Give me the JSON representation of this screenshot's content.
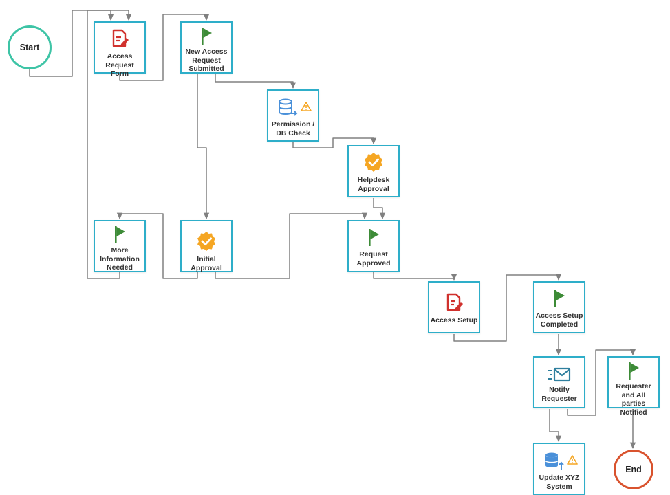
{
  "diagram": {
    "start": {
      "label": "Start",
      "color": "#3ec4a6"
    },
    "end": {
      "label": "End",
      "color": "#d9532e"
    },
    "nodes": {
      "access_request_form": {
        "label": "Access Request Form",
        "icon": "form-edit-icon"
      },
      "new_access_request_submitted": {
        "label": "New Access Request Submitted",
        "icon": "flag-icon"
      },
      "permission_db_check": {
        "label": "Permission / DB Check",
        "icon": "database-icon",
        "warning": true
      },
      "helpdesk_approval": {
        "label": "Helpdesk Approval",
        "icon": "approval-badge-icon"
      },
      "more_information_needed": {
        "label": "More Information Needed",
        "icon": "flag-icon"
      },
      "initial_approval": {
        "label": "Initial Approval",
        "icon": "approval-badge-icon"
      },
      "request_approved": {
        "label": "Request Approved",
        "icon": "flag-icon"
      },
      "access_setup": {
        "label": "Access Setup",
        "icon": "form-edit-icon"
      },
      "access_setup_completed": {
        "label": "Access Setup Completed",
        "icon": "flag-icon"
      },
      "notify_requester": {
        "label": "Notify Requester",
        "icon": "email-icon"
      },
      "requester_all_parties_notified": {
        "label": "Requester and All parties Notified",
        "icon": "flag-icon"
      },
      "update_xyz_system": {
        "label": "Update XYZ System",
        "icon": "database-upload-icon",
        "warning": true
      }
    },
    "colors": {
      "node_border": "#2eaec9",
      "connector": "#808080",
      "flag": "#3d8b37",
      "form_icon": "#d0312d",
      "badge": "#f5a623",
      "db_icon": "#4a90d9",
      "email_icon": "#2f7f9e",
      "warning": "#f5a623"
    }
  }
}
